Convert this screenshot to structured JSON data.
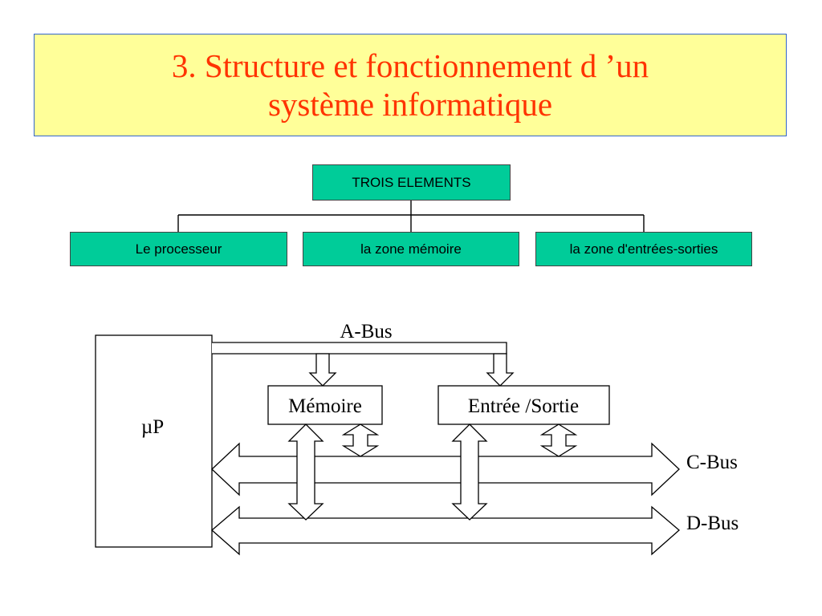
{
  "title": {
    "line1": "3. Structure et fonctionnement d ’un",
    "line2": "système informatique"
  },
  "tree": {
    "root": "TROIS ELEMENTS",
    "children": [
      "Le processeur",
      "la zone mémoire",
      "la zone d'entrées-sorties"
    ]
  },
  "block_diagram": {
    "processor": "µP",
    "memory": "Mémoire",
    "io": "Entrée /Sortie",
    "address_bus": "A-Bus",
    "control_bus": "C-Bus",
    "data_bus": "D-Bus"
  },
  "colors": {
    "title_background": "#ffff99",
    "title_border": "#3366cc",
    "title_text": "#ff3300",
    "tree_box": "#00cc99"
  }
}
